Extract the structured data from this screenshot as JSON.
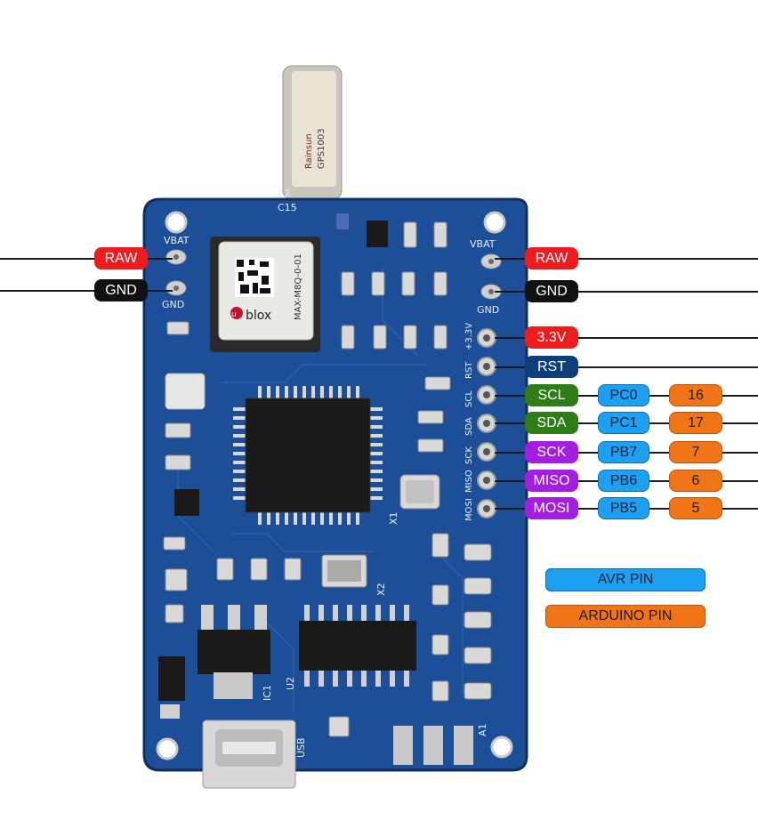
{
  "board": {
    "antenna_text_1": "Rainsun",
    "antenna_text_2": "GPS1003",
    "module_text": "MAX-M8Q-0-01",
    "module_brand": "blox",
    "silk": {
      "vbat_left": "VBAT",
      "gnd_left": "GND",
      "vbat_right": "VBAT",
      "gnd_right": "GND",
      "a2": "A2",
      "c15": "C15",
      "usb": "USB",
      "a1": "A1",
      "ic1": "IC1",
      "u2": "U2",
      "x1": "X1",
      "x2": "X2",
      "header_labels": [
        "+3.3V",
        "RST",
        "SCL",
        "SDA",
        "SCK",
        "MISO",
        "MOSI"
      ]
    }
  },
  "left_pins": [
    {
      "label": "RAW",
      "color": "#ee1c1c"
    },
    {
      "label": "GND",
      "color": "#111111"
    }
  ],
  "right_pins": [
    {
      "label": "RAW",
      "color": "#ee1c1c"
    },
    {
      "label": "GND",
      "color": "#111111"
    },
    {
      "label": "3.3V",
      "color": "#ee1c1c"
    },
    {
      "label": "RST",
      "color": "#0f3f7a"
    },
    {
      "label": "SCL",
      "avr": "PC0",
      "arduino": "16",
      "color": "#2f7d17"
    },
    {
      "label": "SDA",
      "avr": "PC1",
      "arduino": "17",
      "color": "#2f7d17"
    },
    {
      "label": "SCK",
      "avr": "PB7",
      "arduino": "7",
      "color": "#a31ee0"
    },
    {
      "label": "MISO",
      "avr": "PB6",
      "arduino": "6",
      "color": "#a31ee0"
    },
    {
      "label": "MOSI",
      "avr": "PB5",
      "arduino": "5",
      "color": "#a31ee0"
    }
  ],
  "legend": {
    "avr": "AVR PIN",
    "arduino": "ARDUINO PIN"
  }
}
